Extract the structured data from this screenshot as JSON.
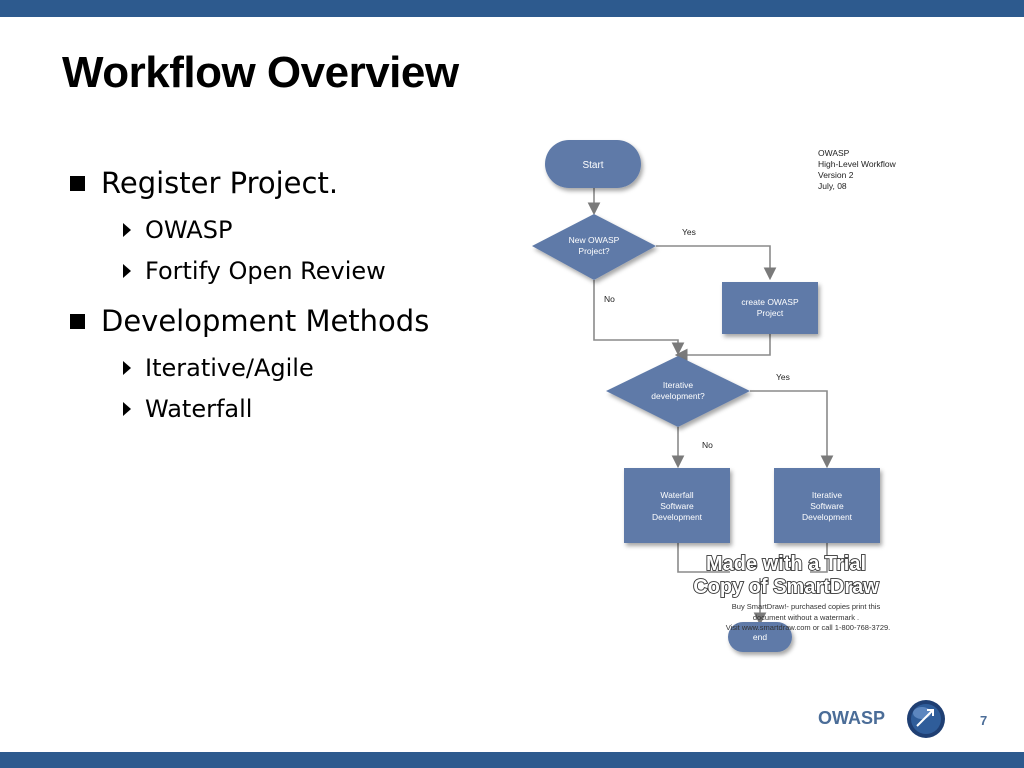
{
  "slide": {
    "title": "Workflow Overview",
    "page_number": "7",
    "footer_brand": "OWASP",
    "colors": {
      "bar": "#2d5a8e",
      "node": "#5f7aa8",
      "footer_text": "#4b6d98"
    }
  },
  "bullets": [
    {
      "label": "Register Project.",
      "children": [
        "OWASP",
        "Fortify Open Review"
      ]
    },
    {
      "label": "Development Methods",
      "children": [
        "Iterative/Agile",
        "Waterfall"
      ]
    }
  ],
  "flowchart": {
    "info": [
      "OWASP",
      "High-Level Workflow",
      "Version 2",
      "July, 08"
    ],
    "start": "Start",
    "decision1": [
      "New OWASP",
      "Project?"
    ],
    "decision1_yes": "Yes",
    "decision1_no": "No",
    "create_box": [
      "create OWASP",
      "Project"
    ],
    "decision2": [
      "Iterative",
      "development?"
    ],
    "decision2_yes": "Yes",
    "decision2_no": "No",
    "waterfall_box": [
      "Waterfall",
      "Software",
      "Development"
    ],
    "iterative_box": [
      "Iterative",
      "Software",
      "Development"
    ],
    "end": "end",
    "watermark": {
      "line1": "Made with a Trial",
      "line2": "Copy of SmartDraw",
      "small1": "Buy SmartDraw!- purchased copies print this",
      "small2": "document without a watermark .",
      "small3": "Visit www.smartdraw.com or call 1-800-768-3729."
    }
  }
}
